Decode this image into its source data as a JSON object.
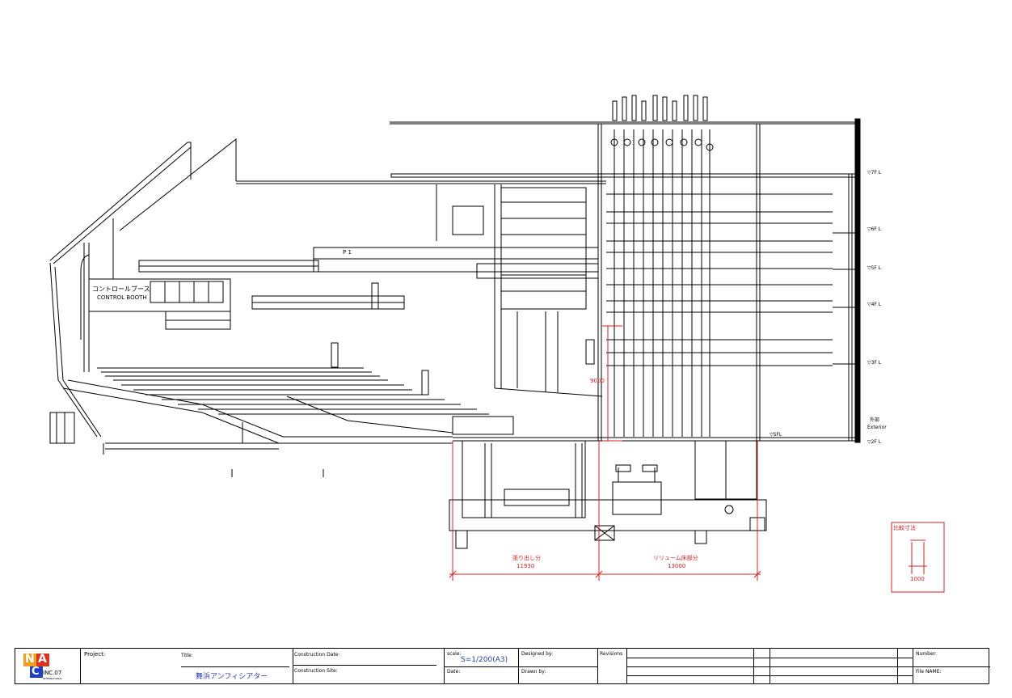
{
  "drawing": {
    "booth_jp": "コントロールブース",
    "booth_en": "CONTROL BOOTH",
    "fl_labels": [
      "▽7F L",
      "▽6F L",
      "▽5F L",
      "▽4F L",
      "▽3F L",
      "▽2F L"
    ],
    "exterior_jp": "外部",
    "exterior_en": "Exterior",
    "sfl": "▽SFL",
    "dim_vertical": "9000",
    "dim_left_label": "張り出し分",
    "dim_left_value": "11930",
    "dim_right_label": "リリューム床部分",
    "dim_right_value": "13000",
    "compare_title": "比較寸法",
    "compare_value": "1000",
    "tag_p1": "P 1"
  },
  "title_block": {
    "logo_letters": [
      "N",
      "A",
      "C"
    ],
    "logo_sub": "INC.07",
    "logo_sub2": "INTERNATIONAL",
    "project_label": "Project:",
    "title_label": "Title:",
    "title_value": "舞浜アンフィシアター",
    "construction_date_label": "Construction Date:",
    "construction_site_label": "Construction Site:",
    "scale_label": "scale:",
    "scale_value": "S=1/200(A3)",
    "date_label": "Date:",
    "designed_by_label": "Designed by:",
    "drawn_by_label": "Drawn by:",
    "revisions_label": "Revisions",
    "number_label": "Number:",
    "file_name_label": "File NAME:"
  },
  "colors": {
    "line": "#000000",
    "dimension": "#d42020",
    "title_text": "#2b3bb7",
    "logo_orange": "#f0a020",
    "logo_red": "#e0301e",
    "logo_blue": "#2040c0"
  }
}
